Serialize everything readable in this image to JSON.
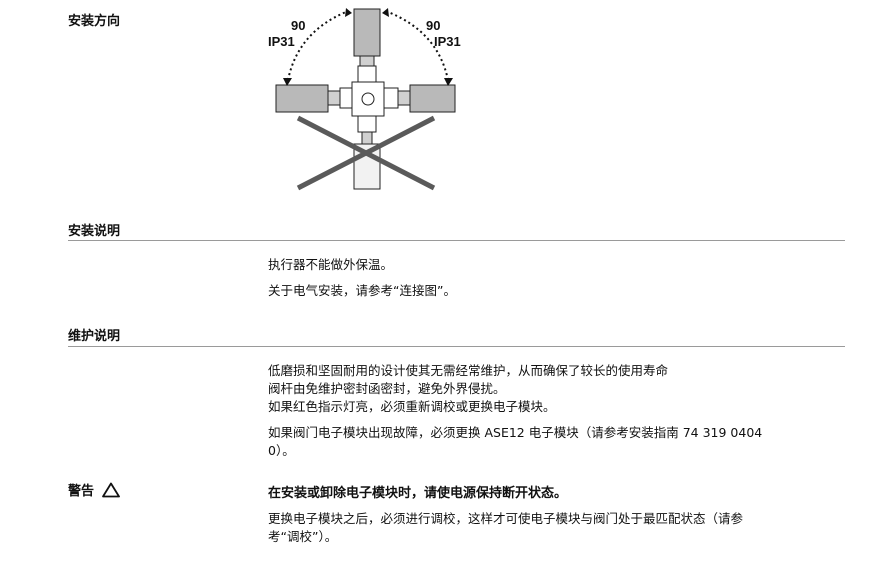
{
  "install_orientation": {
    "heading": "安装方向",
    "diagram": {
      "left_angle": "90",
      "left_rating": "IP31",
      "right_angle": "90",
      "right_rating": "IP31"
    }
  },
  "install_notes": {
    "heading": "安装说明",
    "lines": [
      "执行器不能做外保温。",
      "关于电气安装，请参考“连接图”。"
    ]
  },
  "maintenance": {
    "heading": "维护说明",
    "lines": [
      "低磨损和坚固耐用的设计使其无需经常维护，从而确保了较长的使用寿命",
      "阀杆由免维护密封函密封，避免外界侵扰。",
      "如果红色指示灯亮，必须重新调校或更换电子模块。",
      "如果阀门电子模块出现故障，必须更换 ASE12 电子模块（请参考安装指南 74 319 0404",
      "0）。"
    ]
  },
  "warning": {
    "label": "警告",
    "icon": "warning-triangle-icon",
    "bold_text": "在安装或卸除电子模块时，请使电源保持断开状态。",
    "lines": [
      "更换电子模块之后，必须进行调校，这样才可使电子模块与阀门处于最匹配状态（请参",
      "考“调校”）。"
    ]
  }
}
